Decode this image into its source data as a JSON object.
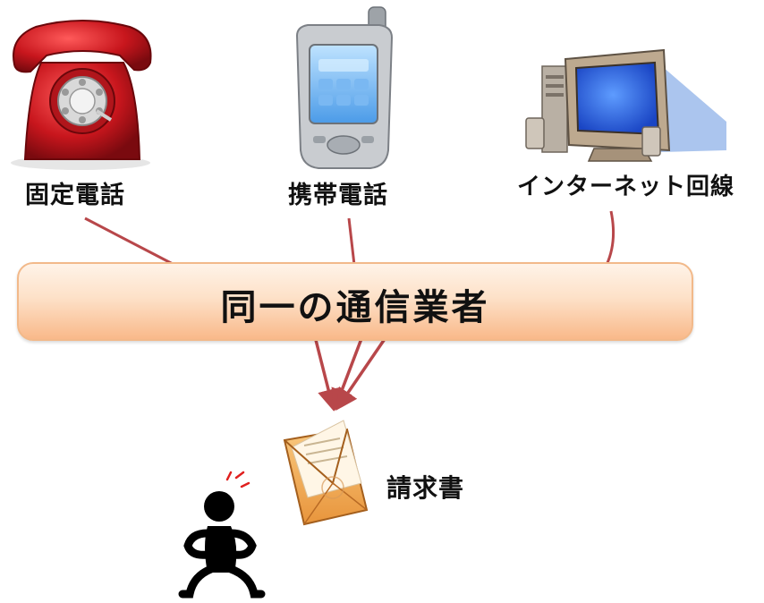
{
  "sources": [
    {
      "id": "landline",
      "label": "固定電話",
      "icon": "rotary-phone"
    },
    {
      "id": "mobile",
      "label": "携帯電話",
      "icon": "mobile-phone"
    },
    {
      "id": "internet",
      "label": "インターネット回線",
      "icon": "desktop-computer"
    }
  ],
  "carrier": {
    "label": "同一の通信業者"
  },
  "bill": {
    "label": "請求書",
    "icon": "envelope"
  },
  "person": {
    "icon": "person"
  },
  "colors": {
    "arrow": "#b8474a",
    "phone": "#c8161d",
    "box": "#fbc89c"
  }
}
